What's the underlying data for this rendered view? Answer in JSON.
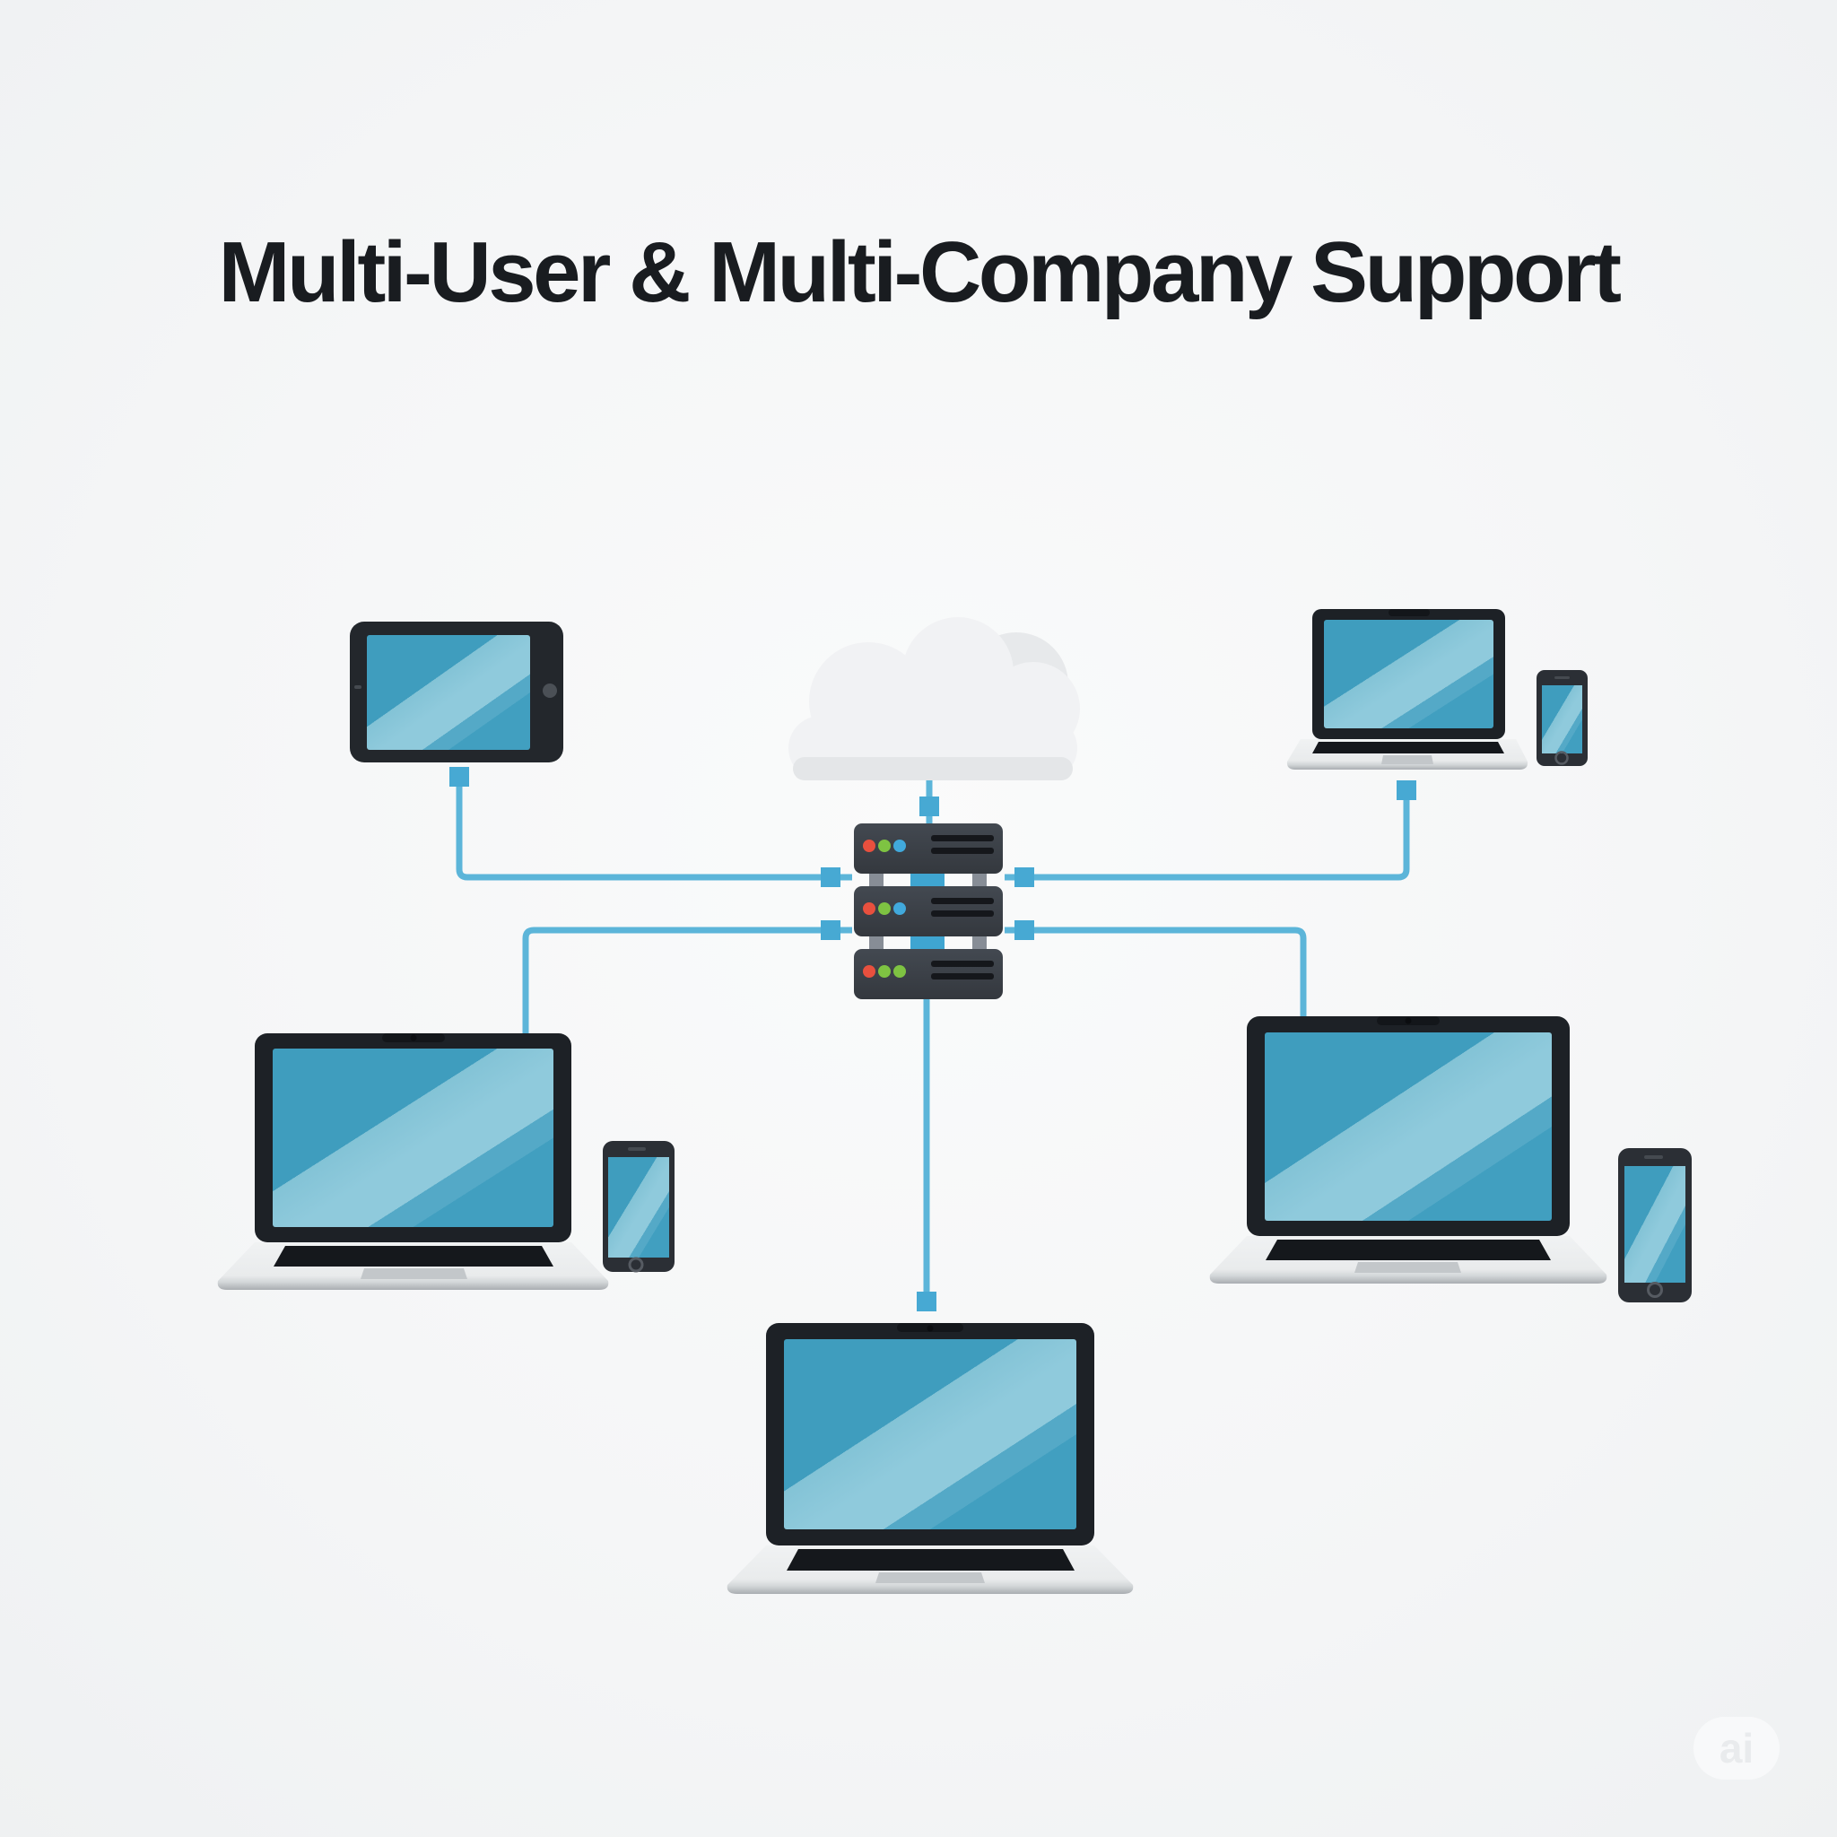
{
  "title": "Multi-User & Multi-Company Support",
  "watermark": "ai",
  "diagram": {
    "cloud": {
      "name": "cloud"
    },
    "server": {
      "unit_count": 3,
      "slots_per_unit": 2,
      "indicator_dots": [
        [
          "red",
          "green",
          "blue"
        ],
        [
          "red",
          "green",
          "blue"
        ],
        [
          "red",
          "green",
          "green"
        ]
      ]
    },
    "devices": [
      {
        "id": "tablet-top-left",
        "type": "tablet"
      },
      {
        "id": "laptop-top-right",
        "type": "laptop"
      },
      {
        "id": "phone-top-right",
        "type": "smartphone"
      },
      {
        "id": "laptop-mid-left",
        "type": "laptop"
      },
      {
        "id": "phone-mid-left",
        "type": "smartphone"
      },
      {
        "id": "laptop-mid-right",
        "type": "laptop"
      },
      {
        "id": "phone-mid-right",
        "type": "smartphone"
      },
      {
        "id": "laptop-bottom",
        "type": "laptop"
      }
    ],
    "connections": [
      "cloud-to-server",
      "server-to-tablet-top-left",
      "server-to-laptop-top-right",
      "server-to-laptop-mid-left",
      "server-to-laptop-mid-right",
      "server-to-laptop-bottom"
    ]
  },
  "palette": {
    "background": "#f5f6f7",
    "title_color": "#191c20",
    "accent_line": "#5cb5d9",
    "connection_node": "#47a9d3",
    "screen_blue": "#419fc0",
    "screen_highlight": "#8fcadc",
    "device_dark": "#1d2126",
    "laptop_base_silver": "#eff1f2",
    "server_dark": "#3a3f46",
    "server_slot": "#15171b",
    "dot_red": "#e8503e",
    "dot_green": "#7ec342",
    "dot_blue": "#41a9dc",
    "cloud_fill": "#f1f2f4",
    "watermark_pill": "#f8f9fa",
    "watermark_text": "#e9ebed"
  }
}
